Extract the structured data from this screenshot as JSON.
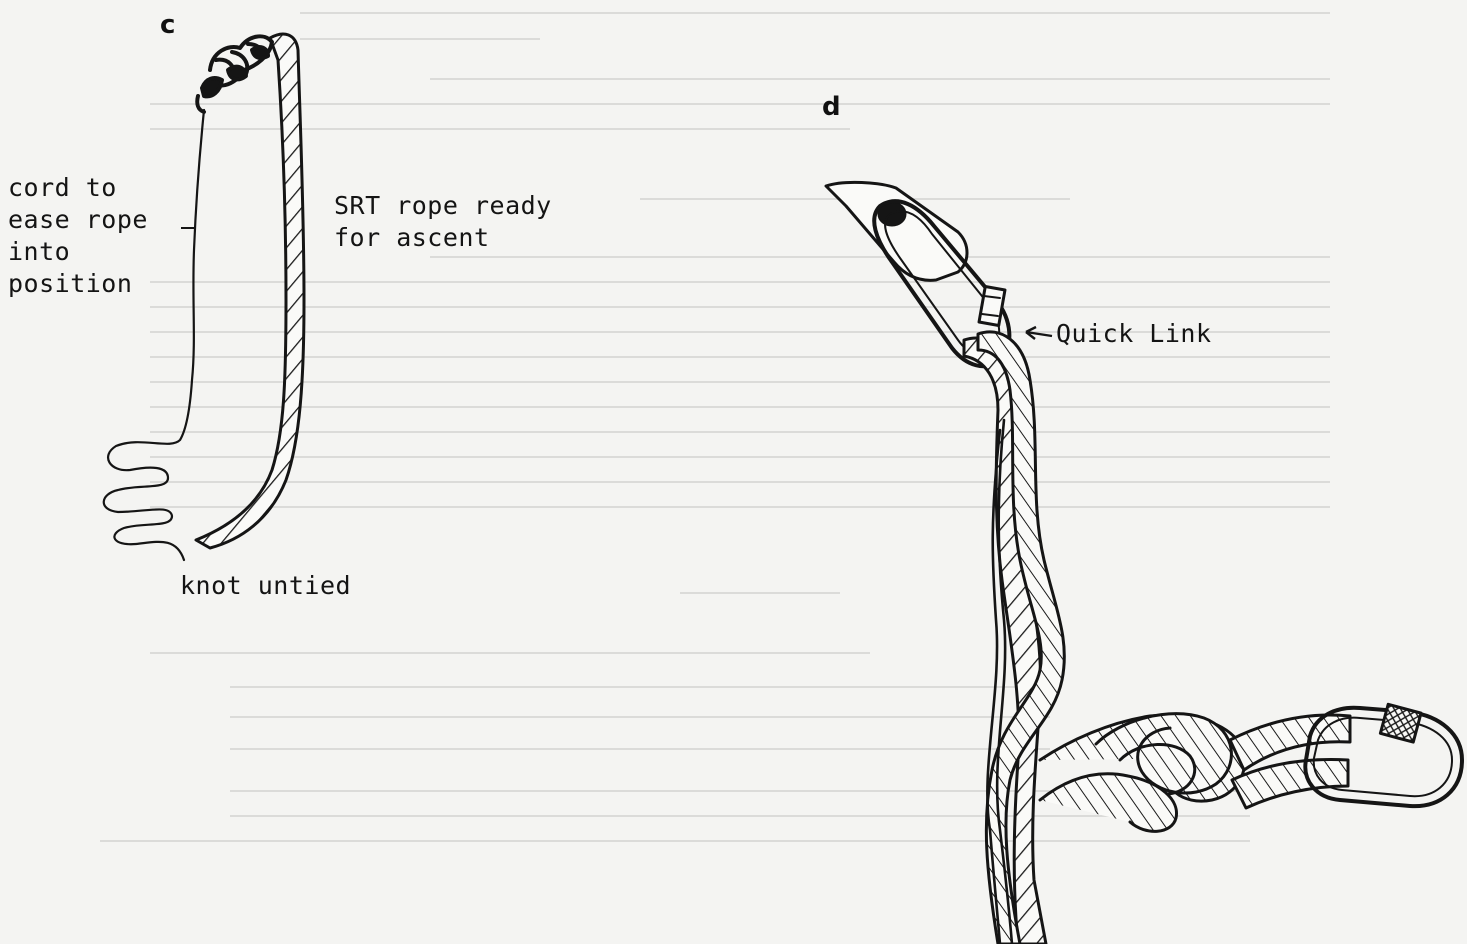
{
  "panels": {
    "c": {
      "letter": "c",
      "cord_label": [
        "cord to",
        "ease rope",
        "into",
        "position"
      ],
      "rope_label": [
        "SRT rope ready",
        "for ascent"
      ],
      "knot_label": "knot untied"
    },
    "d": {
      "letter": "d",
      "quick_link_label": "Quick Link"
    }
  },
  "colors": {
    "ink": "#151515",
    "paper": "#f4f4f2",
    "show_through": "#c6c6c4"
  }
}
